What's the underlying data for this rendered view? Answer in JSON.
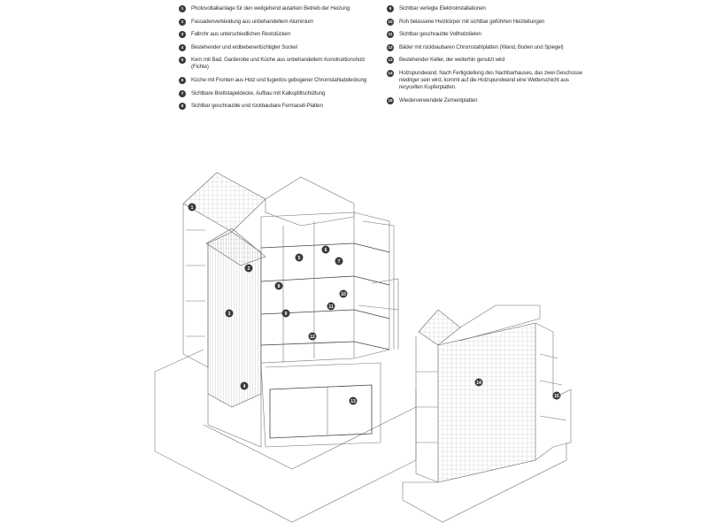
{
  "legend": [
    {
      "num": "1",
      "text": "Photovoltaikanlage für den weitgehend autarken Betrieb der Heizung"
    },
    {
      "num": "2",
      "text": "Fassadenverkleidung aus unbehandeltem Aluminium"
    },
    {
      "num": "3",
      "text": "Fallrohr aus unterschiedlichen Reststücken"
    },
    {
      "num": "4",
      "text": "Bestehender und erdbebenertüchtigter Sockel"
    },
    {
      "num": "5",
      "text": "Kern mit Bad, Garderobe und Küche aus unbehandeltem Konstruktionsholz (Fichte)"
    },
    {
      "num": "6",
      "text": "Küche mit Fronten aus Holz und fugenlos gebogener Chromstahlabdeckung"
    },
    {
      "num": "7",
      "text": "Sichtbare Brettstapeldecke, Aufbau mit Kalksplittschüttung"
    },
    {
      "num": "8",
      "text": "Sichtbar geschraubte und rückbaubare Fermacell-Platten"
    },
    {
      "num": "9",
      "text": "Sichtbar verlegte Elektroinstallationen"
    },
    {
      "num": "10",
      "text": "Roh belassene Heizkörper mit sichtbar geführten Heizleitungen"
    },
    {
      "num": "11",
      "text": "Sichtbar geschraubte Vollholzdielen"
    },
    {
      "num": "12",
      "text": "Bäder mit rückbaubaren Chromstahlplatten (Wand, Boden und Spiegel)"
    },
    {
      "num": "13",
      "text": "Bestehender Keller, der weiterhin genutzt wird"
    },
    {
      "num": "14",
      "text": "Holzspundwand. Nach Fertigstellung des Nachbarhauses, das zwei Geschosse niedriger sein wird, kommt auf die Holzspundwand eine Wetterschicht aus recycelten Kupferplatten."
    },
    {
      "num": "15",
      "text": "Wiederverwendete Zementplatten"
    }
  ],
  "markers": [
    "1",
    "2",
    "3",
    "4",
    "5",
    "6",
    "7",
    "8",
    "9",
    "10",
    "11",
    "12",
    "13",
    "14",
    "15"
  ]
}
